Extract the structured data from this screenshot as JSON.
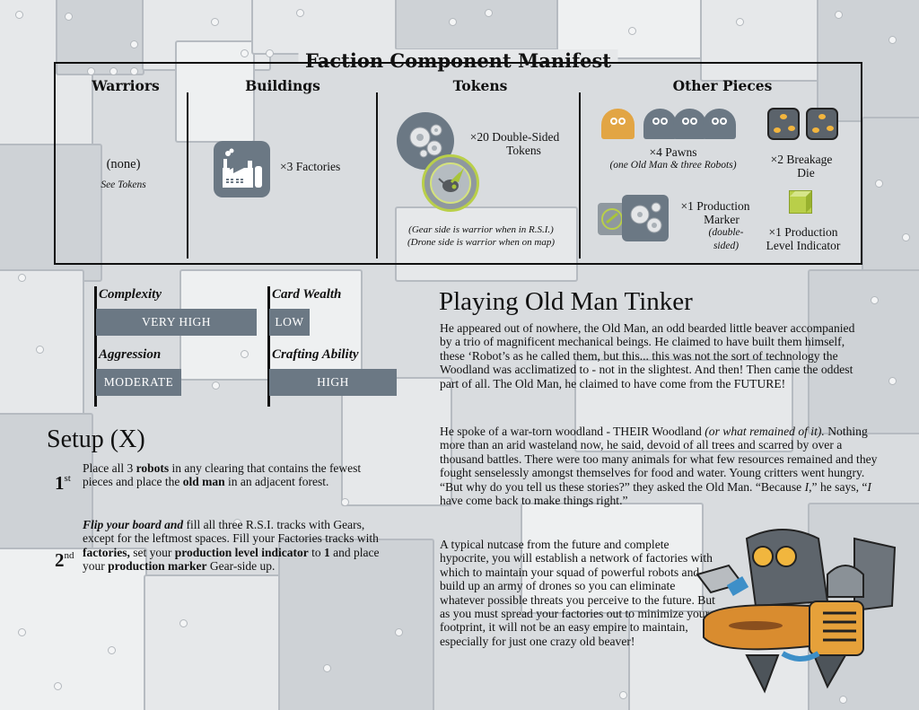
{
  "manifest": {
    "title": "Faction Component Manifest",
    "columns": {
      "warriors": {
        "heading": "Warriors",
        "value": "(none)",
        "note": "See Tokens"
      },
      "buildings": {
        "heading": "Buildings",
        "icon": "factory-icon",
        "label": "×3 Factories"
      },
      "tokens": {
        "heading": "Tokens",
        "count_label": "×20 Double-Sided",
        "count_label2": "Tokens",
        "note1": "(Gear side is warrior when in R.S.I.)",
        "note2": "(Drone side is warrior when on map)"
      },
      "other": {
        "heading": "Other Pieces",
        "pawns_label": "×4 Pawns",
        "pawns_note": "(one Old Man & three Robots)",
        "die_label": "×2 Breakage",
        "die_label2": "Die",
        "marker_label": "×1 Production",
        "marker_label2": "Marker",
        "marker_note": "(double-sided)",
        "indicator_label": "×1 Production",
        "indicator_label2": "Level Indicator"
      }
    }
  },
  "stats": [
    {
      "label": "Complexity",
      "value": "VERY HIGH"
    },
    {
      "label": "Aggression",
      "value": "MODERATE"
    },
    {
      "label": "Card Wealth",
      "value": "LOW"
    },
    {
      "label": "Crafting Ability",
      "value": "HIGH"
    }
  ],
  "setup": {
    "title": "Setup (X)",
    "steps": [
      {
        "ordinal": "1",
        "suffix": "st",
        "text_parts": [
          "Place all 3 ",
          "robots",
          " in any clearing that contains the fewest pieces and place the ",
          "old man",
          " in an adjacent forest."
        ]
      },
      {
        "ordinal": "2",
        "suffix": "nd",
        "text_parts": [
          "Flip your board and",
          " fill all three R.S.I. tracks with Gears, except for the leftmost spaces. Fill your Factories tracks with ",
          "factories,",
          " set your ",
          "production level indicator",
          " to ",
          "1",
          " and place your ",
          "production marker",
          " Gear-side up."
        ]
      }
    ]
  },
  "story": {
    "title": "Playing Old Man Tinker",
    "paragraphs": [
      "He appeared out of nowhere, the Old Man, an odd bearded little beaver accompanied by a trio of magnificent mechanical beings. He claimed to have built them himself, these ‘Robot’s as he called them, but this... this was not the sort of technology the Woodland was acclimatized to - not in the slightest. And then! Then came the oddest part of all. The Old Man, he claimed to have come from the FUTURE!",
      "He spoke of a war-torn woodland - THEIR Woodland",
      "(or what remained of it).",
      "Nothing more than an arid wasteland now, he said, devoid of all trees and scarred by over a thousand battles. There were too many animals for what few resources remained and they fought senselessly amongst themselves for food and water. Young critters went hungry. “But why do you tell us these stories?” they asked the Old Man. “Because ",
      "I",
      ",” he says, “",
      "I",
      " have come back to make things right.”",
      "A typical nutcase from the future and complete hypocrite, you will establish a network of factories with which to maintain your squad of powerful robots and build up an army of drones so you can eliminate whatever possible threats you perceive to the future. But as you must spread your factories out to minimize your footprint, it will not be an easy empire to maintain, especially for just one crazy old beaver!"
    ]
  },
  "colors": {
    "slate": "#6b7884",
    "pawn_orange": "#e2a544",
    "accent_green": "#b9cf49"
  }
}
